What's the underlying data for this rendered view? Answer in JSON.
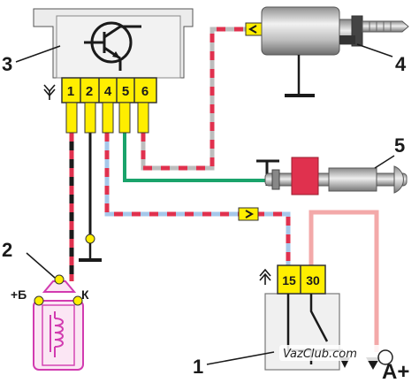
{
  "callouts": {
    "module": "3",
    "valve": "4",
    "switch": "5",
    "coil": "2",
    "relay": "1"
  },
  "module_pins": [
    "1",
    "2",
    "4",
    "5",
    "6"
  ],
  "relay_pins": [
    "15",
    "30"
  ],
  "coil_terminals": {
    "plus": "+Б",
    "k": "К"
  },
  "battery_label": "A+",
  "watermark": "VazClub.com",
  "colors": {
    "module_body": "#ececec",
    "pin_block": "#ffee00",
    "red": "#e0314e",
    "gray": "#bdbdbd",
    "blue": "#a6c8ea",
    "green": "#1aa36b",
    "pink": "#f3a9a9",
    "coil_magenta": "#d23bb0",
    "ink": "#1a1a1a"
  }
}
